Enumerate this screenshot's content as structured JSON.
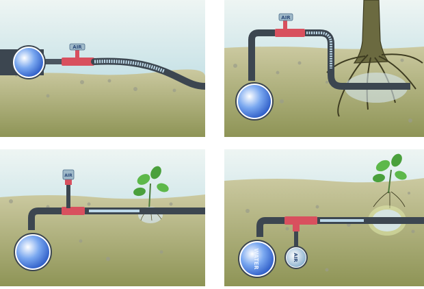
{
  "panels": [
    {
      "id": "surface-line",
      "labels": {
        "valve": "AIR"
      }
    },
    {
      "id": "tree-root-line",
      "labels": {
        "valve": "AIR"
      }
    },
    {
      "id": "plant-line",
      "labels": {
        "valve": "AIR"
      }
    },
    {
      "id": "underground-line",
      "labels": {
        "water": "WATER",
        "air": "AIR"
      }
    }
  ],
  "colors": {
    "sky_top": "#e6f0ef",
    "sky_bottom": "#a9d3dd",
    "soil_top": "#cbc9a0",
    "soil_bottom": "#8e9456",
    "pipe": "#3c4650",
    "valve": "#d8505e",
    "bubbles": "#bcd8e8",
    "water": "#4d7fe0"
  }
}
